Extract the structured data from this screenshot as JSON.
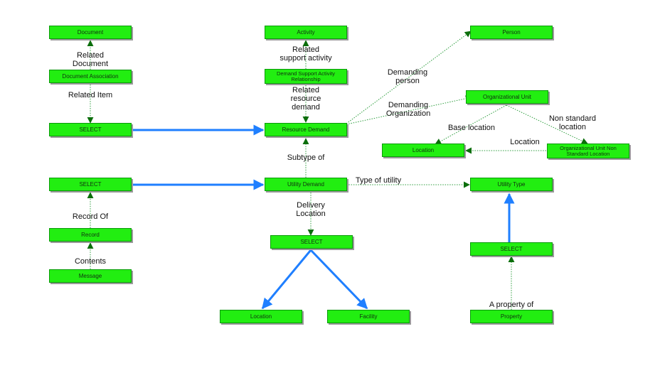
{
  "colors": {
    "node_fill": "#22ee11",
    "node_border": "#0a9a0a",
    "dotted_edge": "#2e9e3e",
    "select_edge": "#1f7fff",
    "arrowhead": "#0b6e0b"
  },
  "nodes": {
    "document": "Document",
    "document_association": "Document Association",
    "select_left_top": "SELECT",
    "select_left_bottom": "SELECT",
    "record": "Record",
    "message": "Message",
    "activity": "Activity",
    "demand_support": "Demand Support Activity Relationship",
    "resource_demand": "Resource Demand",
    "utility_demand": "Utility Demand",
    "select_center": "SELECT",
    "location_bottom": "Location",
    "facility": "Facility",
    "person": "Person",
    "organizational_unit": "Organizational Unit",
    "location_right": "Location",
    "org_unit_nonstandard": "Organizational Unit Non Standard Location",
    "utility_type": "Utility Type",
    "select_right": "SELECT",
    "property": "Property"
  },
  "edge_labels": {
    "related_document": "Related\nDocument",
    "related_item": "Related Item",
    "record_of": "Record Of",
    "contents": "Contents",
    "related_support_activity": "Related\nsupport activity",
    "related_resource_demand": "Related\nresource\ndemand",
    "subtype_of": "Subtype of",
    "delivery_location": "Delivery\nLocation",
    "demanding_person": "Demanding\nperson",
    "demanding_organization": "Demanding\nOrganization",
    "non_standard_location": "Non standard\nlocation",
    "base_location": "Base location",
    "location": "Location",
    "type_of_utility": "Type of utility",
    "a_property_of": "A property of"
  }
}
